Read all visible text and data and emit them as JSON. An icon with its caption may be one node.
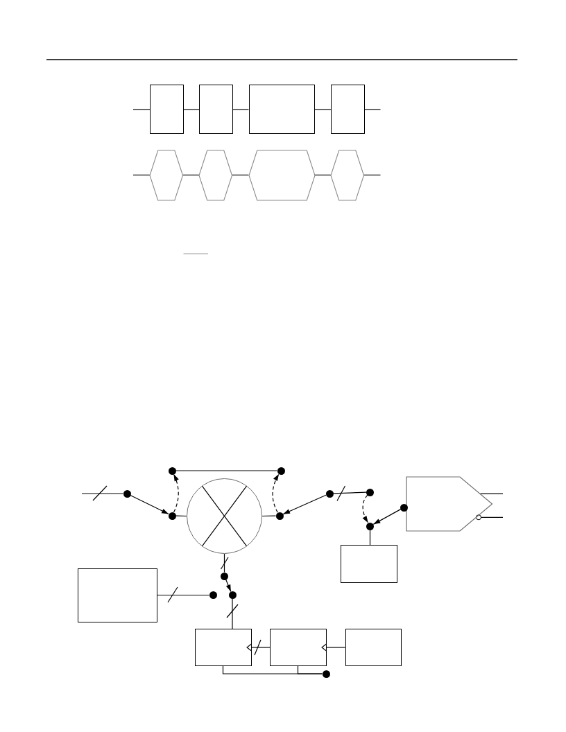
{
  "diagram": {
    "nodes": [
      {
        "text": [],
        "shape": "box"
      },
      {
        "text": [],
        "shape": "box"
      },
      {
        "text": [],
        "shape": "box"
      },
      {
        "text": [],
        "shape": "box"
      },
      {
        "text": [],
        "shape": "hexagon"
      },
      {
        "text": [],
        "shape": "hexagon"
      },
      {
        "text": [],
        "shape": "hexagon"
      },
      {
        "text": [],
        "shape": "hexagon"
      },
      {
        "text": [],
        "shape": "dot"
      },
      {
        "text": [],
        "shape": "dot"
      },
      {
        "text": [],
        "shape": "dot"
      },
      {
        "text": [],
        "shape": "dot"
      },
      {
        "text": [],
        "shape": "dot"
      },
      {
        "text": [],
        "shape": "pentagon"
      },
      {
        "text": [],
        "shape": "dot"
      },
      {
        "text": [],
        "shape": "circle"
      },
      {
        "text": [],
        "shape": "dot"
      },
      {
        "text": [],
        "shape": "dot"
      },
      {
        "text": [],
        "shape": "dot"
      },
      {
        "text": [],
        "shape": "box"
      },
      {
        "text": [],
        "shape": "box"
      },
      {
        "text": [],
        "shape": "dot"
      },
      {
        "text": [],
        "shape": "dot"
      },
      {
        "text": [],
        "shape": "dot"
      },
      {
        "text": [],
        "shape": "box"
      },
      {
        "text": [],
        "shape": "box"
      },
      {
        "text": [],
        "shape": "box"
      },
      {
        "text": [],
        "shape": "dot"
      }
    ],
    "edges": [
      {
        "from": null,
        "to": 0,
        "arrow": "none"
      },
      {
        "from": 0,
        "to": 1,
        "arrow": "none"
      },
      {
        "from": 1,
        "to": 2,
        "arrow": "none"
      },
      {
        "from": 2,
        "to": 3,
        "arrow": "none"
      },
      {
        "from": 3,
        "to": null,
        "arrow": "none"
      },
      {
        "from": null,
        "to": 4,
        "arrow": "none"
      },
      {
        "from": 4,
        "to": 5,
        "arrow": "none"
      },
      {
        "from": 5,
        "to": 6,
        "arrow": "none"
      },
      {
        "from": 6,
        "to": 7,
        "arrow": "none"
      },
      {
        "from": 7,
        "to": null,
        "arrow": "none"
      },
      {
        "from": 8,
        "to": 9,
        "arrow": "none"
      },
      {
        "from": null,
        "to": 10,
        "arrow": "none"
      },
      {
        "from": 10,
        "to": 14,
        "arrow": "to"
      },
      {
        "from": 14,
        "to": 8,
        "arrow": "to",
        "style": "dashed"
      },
      {
        "from": 14,
        "to": 15,
        "arrow": "none"
      },
      {
        "from": 15,
        "to": 16,
        "arrow": "none"
      },
      {
        "from": 16,
        "to": 9,
        "arrow": "to",
        "style": "dashed"
      },
      {
        "from": 11,
        "to": 16,
        "arrow": "to"
      },
      {
        "from": 11,
        "to": 12,
        "arrow": "none"
      },
      {
        "from": 12,
        "to": 18,
        "arrow": "to",
        "style": "dashed"
      },
      {
        "from": 17,
        "to": 18,
        "arrow": "to"
      },
      {
        "from": 18,
        "to": 19,
        "arrow": "none"
      },
      {
        "from": 13,
        "to": null,
        "arrow": "none"
      },
      {
        "from": 13,
        "to": null,
        "arrow": "other"
      },
      {
        "from": 15,
        "to": 21,
        "arrow": "none"
      },
      {
        "from": 21,
        "to": 23,
        "arrow": "to"
      },
      {
        "from": 20,
        "to": 22,
        "arrow": "none"
      },
      {
        "from": 23,
        "to": 24,
        "arrow": "none"
      },
      {
        "from": 25,
        "to": 24,
        "arrow": "to"
      },
      {
        "from": 26,
        "to": 25,
        "arrow": "to"
      },
      {
        "from": 24,
        "to": 27,
        "arrow": "none"
      },
      {
        "from": 25,
        "to": 27,
        "arrow": "none"
      }
    ]
  }
}
